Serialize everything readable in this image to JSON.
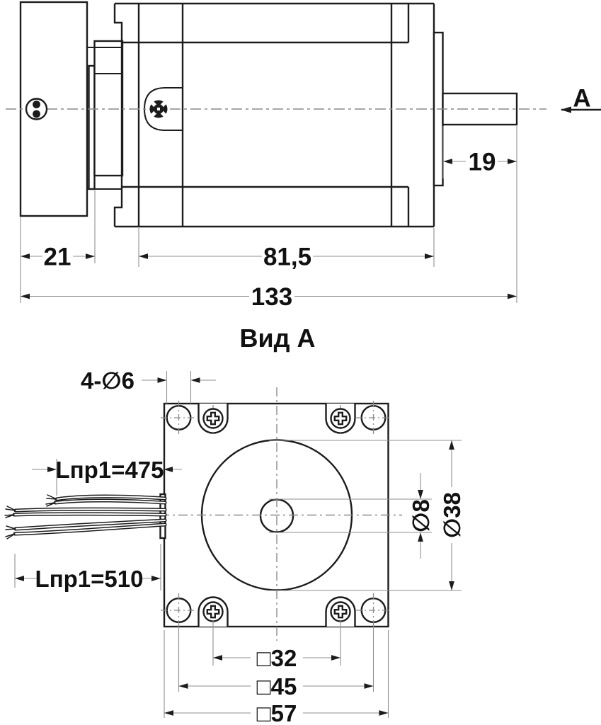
{
  "colors": {
    "background": "#ffffff",
    "outline": "#1c1c1c",
    "centerline": "#8a8a8a",
    "dimension_line": "#8f8f8f",
    "text": "#111111"
  },
  "side_view": {
    "view_arrow": "А",
    "dims": {
      "plate_width": "21",
      "body_length": "81,5",
      "total_length": "133",
      "shaft_length": "19"
    }
  },
  "front_view": {
    "title": "Вид А",
    "dims": {
      "corner_holes": "4-∅6",
      "wire_short": "Lпр1=475",
      "wire_long": "Lпр1=510",
      "shaft_dia": "∅8",
      "boss_dia": "∅38",
      "square_screws": "□32",
      "square_holes": "□45",
      "square_body": "□57"
    }
  }
}
